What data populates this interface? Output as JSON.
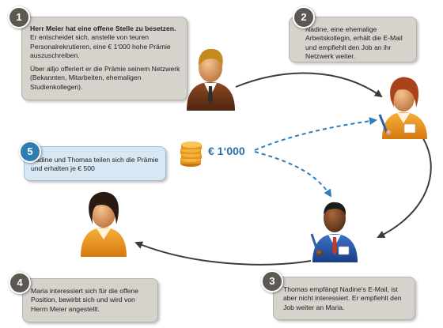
{
  "steps": [
    {
      "number": "1",
      "text_bold": "Herr Meier hat eine offene Stelle zu besetzen.",
      "text_rest": " Er entscheidet sich, anstelle von teuren Personalrekrutieren, eine € 1‘000 hohe Prämie auszuschreiben.",
      "text_p2": "Über alljo offeriert er die Prämie seinem Netzwerk (Bekannten, Mitarbeiten, ehemaligen Studienkollegen)."
    },
    {
      "number": "2",
      "text": "Nadine, eine ehemalige Arbeitskollegin, erhält die E-Mail und empfiehlt den Job an ihr Netzwerk weiter."
    },
    {
      "number": "3",
      "text": "Thomas empfängt Nadine's E-Mail, ist aber nicht interessiert. Er empfiehlt den Job weiter an Maria."
    },
    {
      "number": "4",
      "text": "Maria interessiert sich für die offene Position, bewirbt sich und wird von Herrn Meier angestellt."
    },
    {
      "number": "5",
      "text": "Nadine und Thomas teilen sich die Prämie und erhalten je € 500"
    }
  ],
  "reward": {
    "amount": "€ 1‘000"
  },
  "colors": {
    "bubble": "#d6d3cd",
    "blue_bubble": "#d7e7f3",
    "badge": "#5c5852",
    "badge_blue": "#2f7db5",
    "arrow": "#3b3b3b",
    "dashed_arrow": "#2a7dbf"
  },
  "icons": [
    "person-meier-icon",
    "person-nadine-icon",
    "person-thomas-icon",
    "person-maria-icon",
    "coin-stack-icon"
  ]
}
